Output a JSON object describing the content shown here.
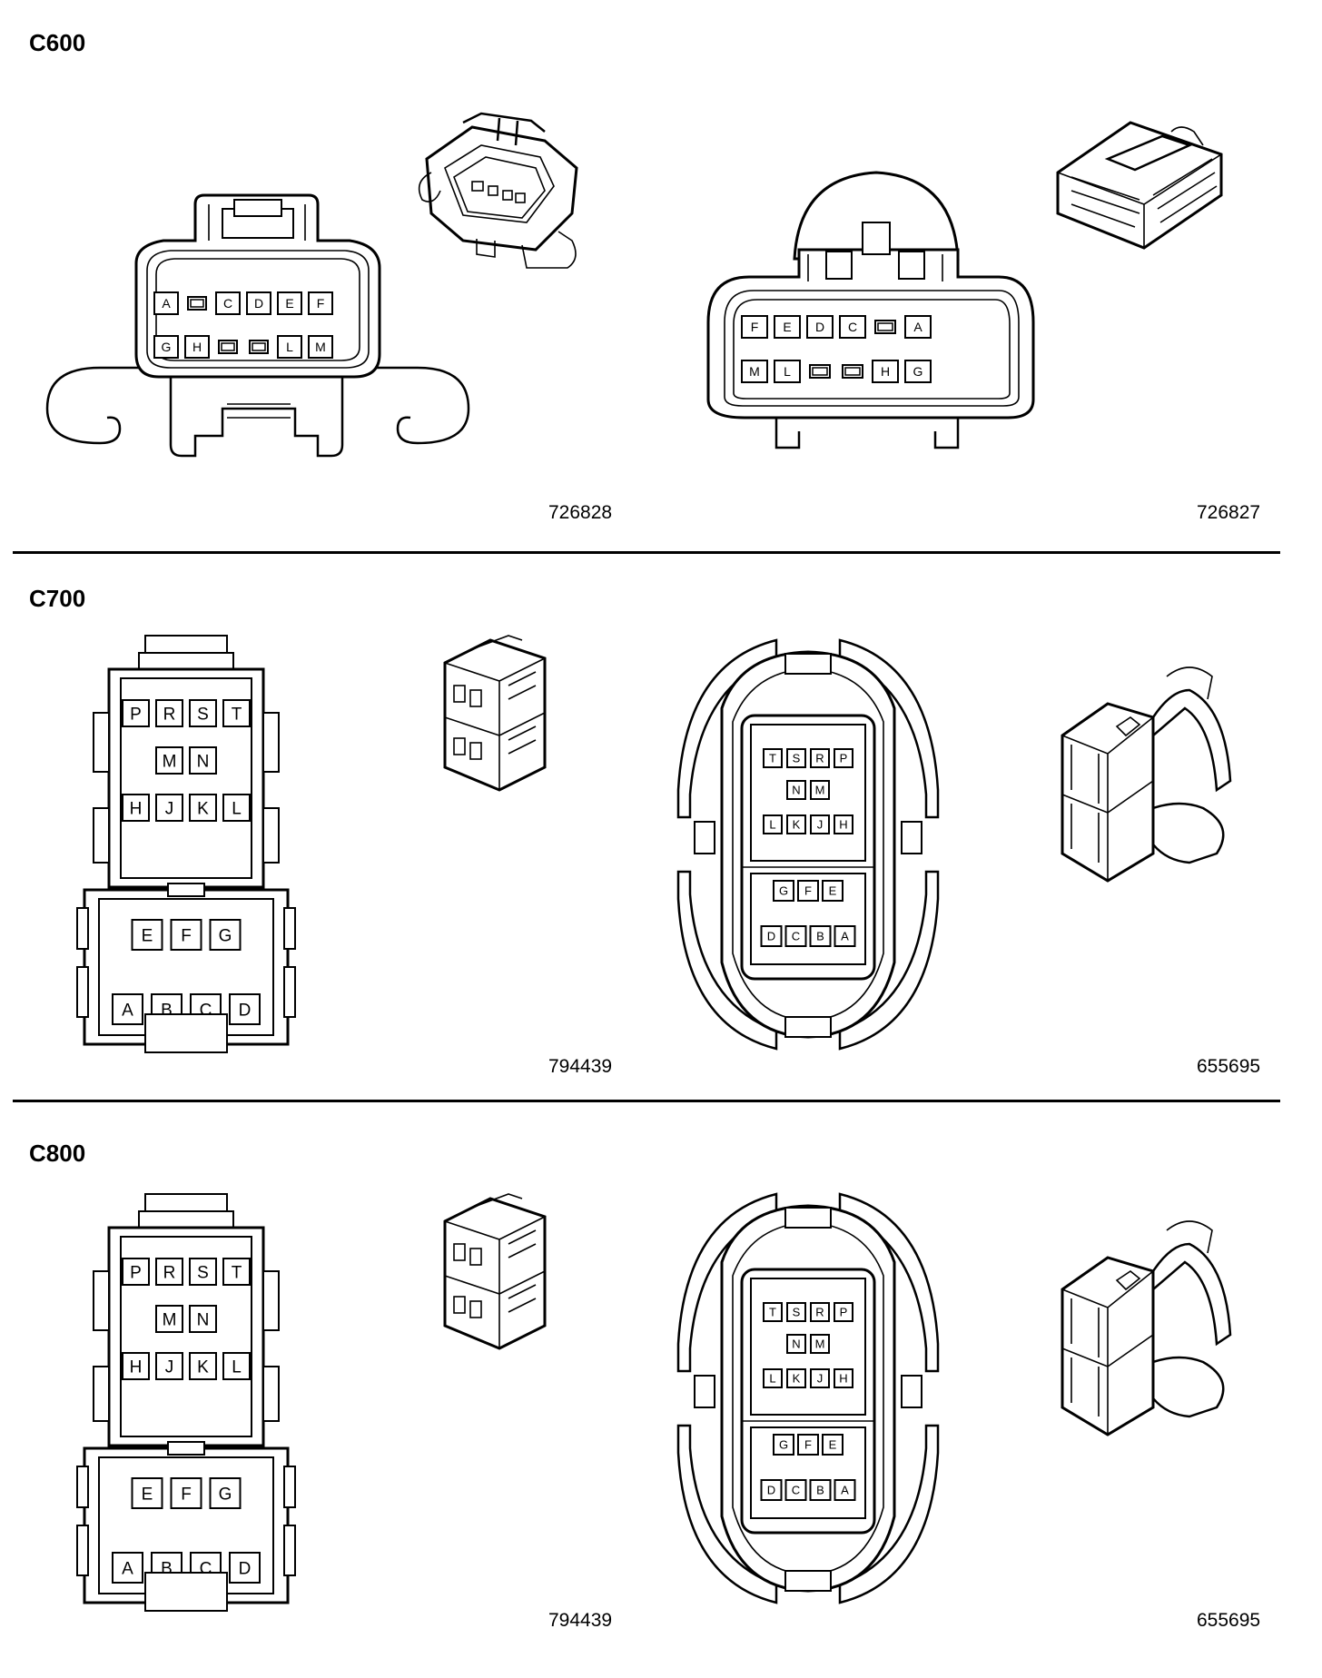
{
  "sections": [
    {
      "id": "C600",
      "title": "C600",
      "left_part": "726828",
      "right_part": "726827"
    },
    {
      "id": "C700",
      "title": "C700",
      "left_part": "794439",
      "right_part": "655695"
    },
    {
      "id": "C800",
      "title": "C800",
      "left_part": "794439",
      "right_part": "655695"
    }
  ],
  "c600": {
    "left_top": [
      "A",
      "",
      "C",
      "D",
      "E",
      "F"
    ],
    "left_bottom": [
      "G",
      "H",
      "",
      "",
      "L",
      "M"
    ],
    "right_top": [
      "F",
      "E",
      "D",
      "C",
      "",
      "A"
    ],
    "right_bottom": [
      "M",
      "L",
      "",
      "",
      "H",
      "G"
    ]
  },
  "c700": {
    "left_upper": [
      [
        "P",
        "R",
        "S",
        "T"
      ],
      [
        "M",
        "N"
      ],
      [
        "H",
        "J",
        "K",
        "L"
      ]
    ],
    "left_lower": [
      [
        "E",
        "F",
        "G"
      ],
      [
        "A",
        "B",
        "C",
        "D"
      ]
    ],
    "right_upper": [
      [
        "T",
        "S",
        "R",
        "P"
      ],
      [
        "N",
        "M"
      ],
      [
        "L",
        "K",
        "J",
        "H"
      ]
    ],
    "right_lower": [
      [
        "G",
        "F",
        "E"
      ],
      [
        "D",
        "C",
        "B",
        "A"
      ]
    ]
  },
  "c800": {
    "left_upper": [
      [
        "P",
        "R",
        "S",
        "T"
      ],
      [
        "M",
        "N"
      ],
      [
        "H",
        "J",
        "K",
        "L"
      ]
    ],
    "left_lower": [
      [
        "E",
        "F",
        "G"
      ],
      [
        "A",
        "B",
        "C",
        "D"
      ]
    ],
    "right_upper": [
      [
        "T",
        "S",
        "R",
        "P"
      ],
      [
        "N",
        "M"
      ],
      [
        "L",
        "K",
        "J",
        "H"
      ]
    ],
    "right_lower": [
      [
        "G",
        "F",
        "E"
      ],
      [
        "D",
        "C",
        "B",
        "A"
      ]
    ]
  }
}
